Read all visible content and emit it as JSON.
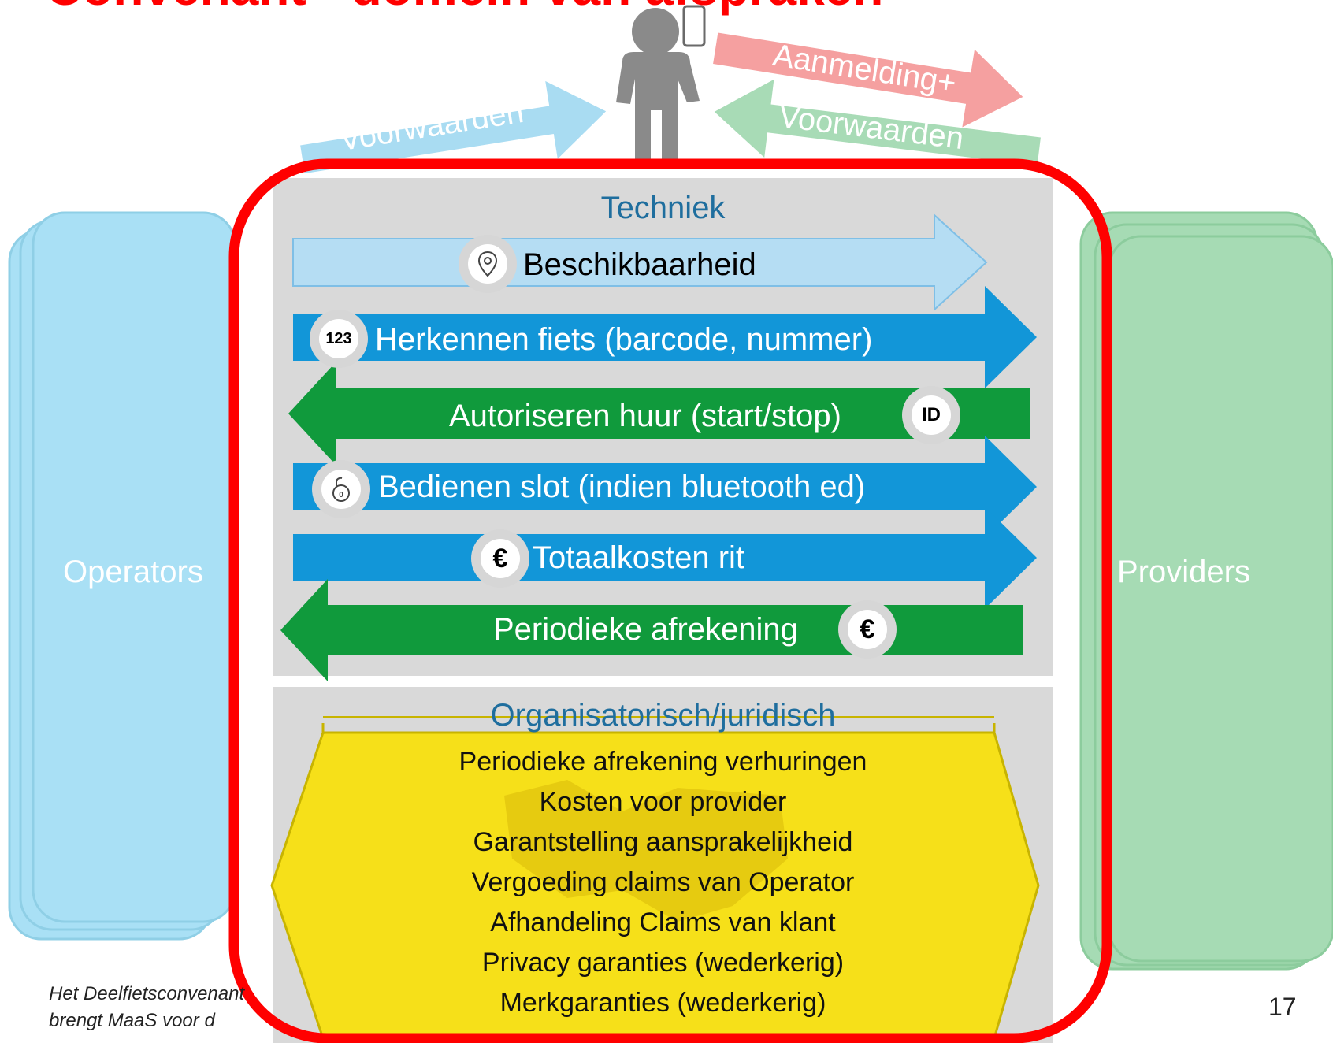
{
  "slide": {
    "title": "Convenant - domein van afspraken",
    "number": "17"
  },
  "top_arrows": {
    "left": "Voorwaarden",
    "right_top": "Aanmelding+",
    "right_bottom": "Voorwaarden"
  },
  "sides": {
    "left": "Operators",
    "right": "Providers"
  },
  "techniek": {
    "title": "Techniek",
    "flows": [
      {
        "label": "Beschikbaarheid",
        "icon": "map-pin-icon",
        "direction": "right",
        "color": "#b5ddf3",
        "text_color": "#000000"
      },
      {
        "label": "Herkennen fiets (barcode, nummer)",
        "icon": "numbers-123-icon",
        "icon_text": "123",
        "direction": "right",
        "color": "#1296d8",
        "text_color": "#ffffff"
      },
      {
        "label": "Autoriseren huur (start/stop)",
        "icon": "id-icon",
        "icon_text": "ID",
        "direction": "left",
        "color": "#109a3c",
        "text_color": "#ffffff"
      },
      {
        "label": "Bedienen slot (indien bluetooth ed)",
        "icon": "padlock-icon",
        "direction": "right",
        "color": "#1296d8",
        "text_color": "#ffffff"
      },
      {
        "label": "Totaalkosten rit",
        "icon": "euro-icon",
        "icon_text": "€",
        "direction": "right",
        "color": "#1296d8",
        "text_color": "#ffffff"
      },
      {
        "label": "Periodieke afrekening",
        "icon": "euro-icon",
        "icon_text": "€",
        "direction": "left",
        "color": "#109a3c",
        "text_color": "#ffffff"
      }
    ]
  },
  "organisatorisch": {
    "title": "Organisatorisch/juridisch",
    "items": [
      "Periodieke afrekening verhuringen",
      "Kosten voor provider",
      "Garantstelling aansprakelijkheid",
      "Vergoeding claims van Operator",
      "Afhandeling Claims van klant",
      "Privacy garanties (wederkerig)",
      "Merkgaranties (wederkerig)"
    ]
  },
  "footnote": {
    "line1": "Het Deelfietsconvenant",
    "line2": "brengt MaaS voor d"
  },
  "colors": {
    "highlight_frame": "#ff0000",
    "operators_fill": "#a9e0f5",
    "providers_fill": "#a6dbb4",
    "panel_gray": "#d9d9d9",
    "org_yellow": "#f6e019"
  }
}
